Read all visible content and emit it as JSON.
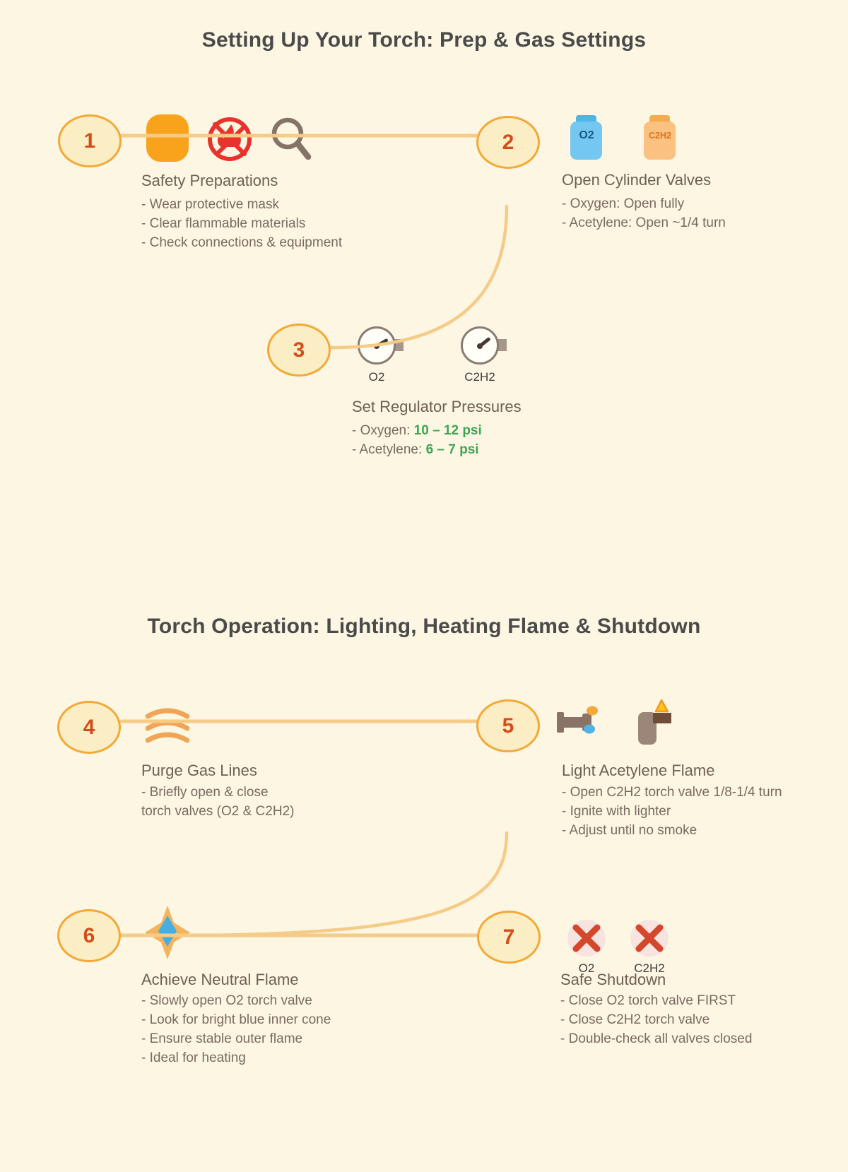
{
  "sections": [
    {
      "title": "Setting Up Your Torch: Prep & Gas Settings"
    },
    {
      "title": "Torch Operation: Lighting, Heating Flame & Shutdown"
    }
  ],
  "steps": [
    {
      "number": "1",
      "title": "Safety Preparations",
      "bullets": [
        "- Wear protective mask",
        "- Clear flammable materials",
        "- Check connections & equipment"
      ]
    },
    {
      "number": "2",
      "title": "Open Cylinder Valves",
      "cylinders": [
        {
          "label": "O2"
        },
        {
          "label": "C2H2"
        }
      ],
      "bullets": [
        "- Oxygen: Open fully",
        "- Acetylene: Open ~1/4 turn"
      ]
    },
    {
      "number": "3",
      "title": "Set Regulator Pressures",
      "gauges": [
        {
          "label": "O2"
        },
        {
          "label": "C2H2"
        }
      ],
      "pressure_bullets": [
        {
          "prefix": "- Oxygen: ",
          "value": "10 – 12 psi"
        },
        {
          "prefix": "- Acetylene: ",
          "value": "6 – 7 psi"
        }
      ]
    },
    {
      "number": "4",
      "title": "Purge Gas Lines",
      "bullets": [
        "- Briefly open & close",
        "torch valves (O2 & C2H2)"
      ]
    },
    {
      "number": "5",
      "title": "Light Acetylene Flame",
      "bullets": [
        "- Open C2H2 torch valve 1/8-1/4 turn",
        "- Ignite with lighter",
        "- Adjust until no smoke"
      ]
    },
    {
      "number": "6",
      "title": "Achieve Neutral Flame",
      "bullets": [
        "- Slowly open O2 torch valve",
        "- Look for bright blue inner cone",
        "- Ensure stable outer flame",
        "- Ideal for heating"
      ]
    },
    {
      "number": "7",
      "title": "Safe Shutdown",
      "valve_labels": [
        {
          "label": "O2"
        },
        {
          "label": "C2H2"
        }
      ],
      "bullets": [
        "- Close O2 torch valve FIRST",
        "- Close C2H2 torch valve",
        "- Double-check all valves closed"
      ]
    }
  ],
  "colors": {
    "background": "#FCF6E3",
    "circle_border": "#F4A836",
    "circle_fill": "#FCEEC4",
    "step_number": "#D34D1A",
    "connector": "#F5CB86",
    "section_title": "#4A4A4A",
    "step_title": "#6E6054",
    "bullet_text": "#7A6A60",
    "pressure_green": "#3CA654",
    "danger_red": "#E8332C",
    "o2_blue": "#74C7F0",
    "c2h2_orange": "#FAC180"
  }
}
